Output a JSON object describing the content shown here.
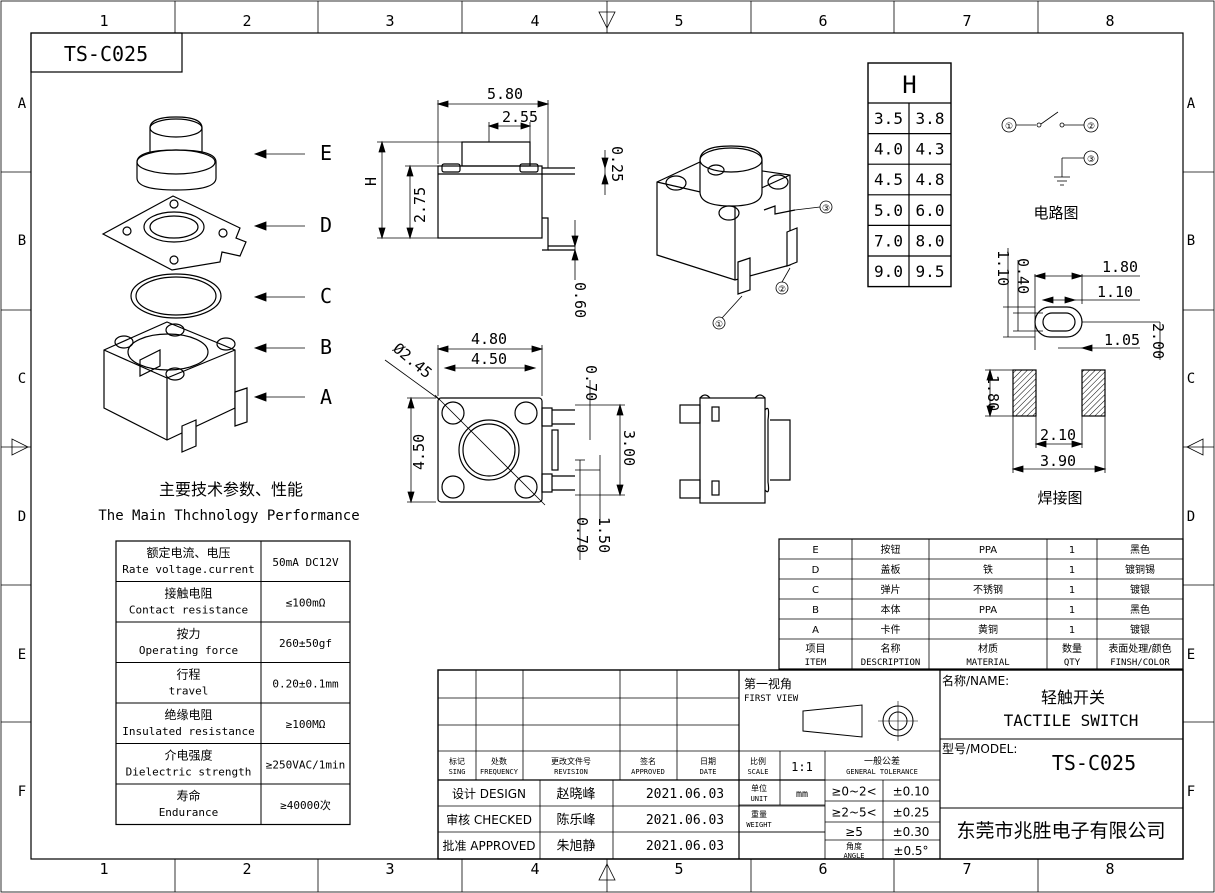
{
  "drawing_code": "TS-C025",
  "border": {
    "cols": [
      "1",
      "2",
      "3",
      "4",
      "5",
      "6",
      "7",
      "8"
    ],
    "rows": [
      "A",
      "B",
      "C",
      "D",
      "E",
      "F"
    ]
  },
  "exploded_labels": [
    "E",
    "D",
    "C",
    "B",
    "A"
  ],
  "performance_title_cn": "主要技术参数、性能",
  "performance_title_en": "The Main Thchnology Performance",
  "specs": [
    {
      "cn": "额定电流、电压",
      "en": "Rate voltage.current",
      "value": "50mA DC12V"
    },
    {
      "cn": "接触电阻",
      "en": "Contact resistance",
      "value": "≤100mΩ"
    },
    {
      "cn": "按力",
      "en": "Operating force",
      "value": "260±50gf"
    },
    {
      "cn": "行程",
      "en": "travel",
      "value": "0.20±0.1mm"
    },
    {
      "cn": "绝缘电阻",
      "en": "Insulated resistance",
      "value": "≥100MΩ"
    },
    {
      "cn": "介电强度",
      "en": "Dielectric strength",
      "value": "≥250VAC/1min"
    },
    {
      "cn": "寿命",
      "en": "Endurance",
      "value": "≥40000次"
    }
  ],
  "dims_side": {
    "width": "5.80",
    "inner": "2.55",
    "top": "0.25",
    "h": "H",
    "body": "2.75",
    "pin": "0.60"
  },
  "dims_top": {
    "width": "4.80",
    "inner": "4.50",
    "dia": "Ø2.45",
    "height": "4.50",
    "a": "0.70",
    "b": "3.00",
    "c": "1.50",
    "d": "0.70"
  },
  "h_table": {
    "title": "H",
    "rows": [
      [
        "3.5",
        "3.8"
      ],
      [
        "4.0",
        "4.3"
      ],
      [
        "4.5",
        "4.8"
      ],
      [
        "5.0",
        "6.0"
      ],
      [
        "7.0",
        "8.0"
      ],
      [
        "9.0",
        "9.5"
      ]
    ]
  },
  "circuit_label": "电路图",
  "pad_label": "焊接图",
  "pad_dims": {
    "w1": "1.80",
    "w2": "1.10",
    "h1": "1.10",
    "h2": "0.40",
    "r": "1.05",
    "v": "2.00",
    "pad": "1.80",
    "g1": "2.10",
    "g2": "3.90"
  },
  "pin_markers": [
    "①",
    "②",
    "③"
  ],
  "bom": {
    "rows": [
      [
        "E",
        "按钮",
        "PPA",
        "1",
        "黑色"
      ],
      [
        "D",
        "盖板",
        "铁",
        "1",
        "镀铜锡"
      ],
      [
        "C",
        "弹片",
        "不锈钢",
        "1",
        "镀银"
      ],
      [
        "B",
        "本体",
        "PPA",
        "1",
        "黑色"
      ],
      [
        "A",
        "卡件",
        "黄铜",
        "1",
        "镀银"
      ]
    ],
    "head_cn": [
      "项目",
      "名称",
      "材质",
      "数量",
      "表面处理/颜色"
    ],
    "head_en": [
      "ITEM",
      "DESCRIPTION",
      "MATERIAL",
      "QTY",
      "FINSH/COLOR"
    ]
  },
  "title_block": {
    "first_view_cn": "第一视角",
    "first_view_en": "FIRST VIEW",
    "name_label": "名称/NAME:",
    "name_cn": "轻触开关",
    "name_en": "TACTILE SWITCH",
    "model_label": "型号/MODEL:",
    "model": "TS-C025",
    "rev_head": [
      [
        "标记",
        "SING"
      ],
      [
        "处数",
        "FREQUENCY"
      ],
      [
        "更改文件号",
        "REVISION"
      ],
      [
        "签名",
        "APPROVED"
      ],
      [
        "日期",
        "DATE"
      ],
      [
        "比例",
        "SCALE"
      ]
    ],
    "scale": "1:1",
    "tol_cn": "一般公差",
    "tol_en": "GENERAL TOLERANCE",
    "unit_cn": "单位",
    "unit_en": "UNIT",
    "unit": "mm",
    "weight_cn": "重量",
    "weight_en": "WEIGHT",
    "angle_cn": "角度",
    "angle_en": "ANGLE",
    "tol_rows": [
      [
        "≥0~2<",
        "±0.10"
      ],
      [
        "≥2~5<",
        "±0.25"
      ],
      [
        "≥5",
        "±0.30"
      ]
    ],
    "angle_tol": "±0.5°",
    "people": [
      [
        "设计 DESIGN",
        "赵晓峰",
        "2021.06.03"
      ],
      [
        "审核 CHECKED",
        "陈乐峰",
        "2021.06.03"
      ],
      [
        "批准 APPROVED",
        "朱旭静",
        "2021.06.03"
      ]
    ],
    "company": "东莞市兆胜电子有限公司"
  }
}
